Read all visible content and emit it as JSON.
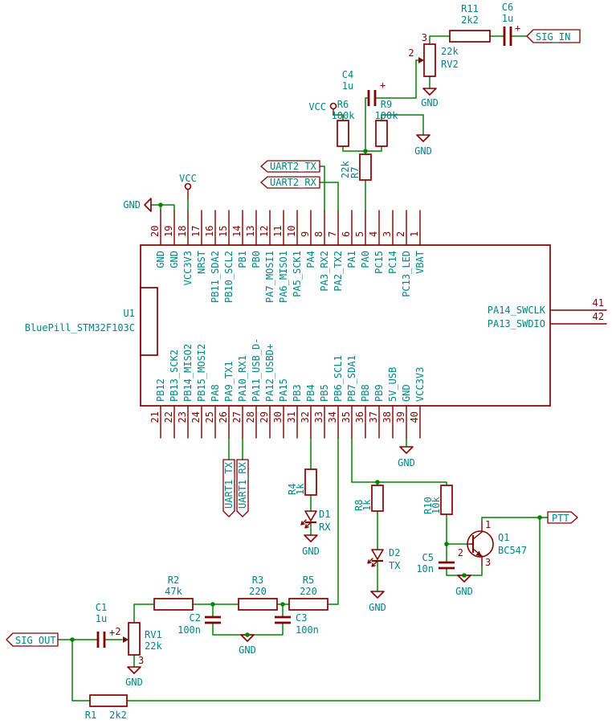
{
  "colors": {
    "wire": "#008400",
    "symbol": "#840000",
    "text": "#008484"
  },
  "ic": {
    "ref": "U1",
    "value": "BluePill_STM32F103C",
    "top_pins": [
      {
        "num": "20",
        "name": "GND"
      },
      {
        "num": "19",
        "name": "GND"
      },
      {
        "num": "18",
        "name": "VCC3V3"
      },
      {
        "num": "17",
        "name": "NRST"
      },
      {
        "num": "16",
        "name": "PB11_SDA2"
      },
      {
        "num": "15",
        "name": "PB10_SCL2"
      },
      {
        "num": "14",
        "name": "PB1"
      },
      {
        "num": "13",
        "name": "PB0"
      },
      {
        "num": "12",
        "name": "PA7_MOSI1"
      },
      {
        "num": "11",
        "name": "PA6_MISO1"
      },
      {
        "num": "10",
        "name": "PA5_SCK1"
      },
      {
        "num": "9",
        "name": "PA4"
      },
      {
        "num": "8",
        "name": "PA3_RX2"
      },
      {
        "num": "7",
        "name": "PA2_TX2"
      },
      {
        "num": "6",
        "name": "PA1"
      },
      {
        "num": "5",
        "name": "PA0"
      },
      {
        "num": "4",
        "name": "PC15"
      },
      {
        "num": "3",
        "name": "PC14"
      },
      {
        "num": "2",
        "name": "PC13_LED"
      },
      {
        "num": "1",
        "name": "VBAT"
      }
    ],
    "bottom_pins": [
      {
        "num": "21",
        "name": "PB12"
      },
      {
        "num": "22",
        "name": "PB13_SCK2"
      },
      {
        "num": "23",
        "name": "PB14_MISO2"
      },
      {
        "num": "24",
        "name": "PB15_MOSI2"
      },
      {
        "num": "25",
        "name": "PA8"
      },
      {
        "num": "26",
        "name": "PA9_TX1"
      },
      {
        "num": "27",
        "name": "PA10_RX1"
      },
      {
        "num": "28",
        "name": "PA11_USB_D-"
      },
      {
        "num": "29",
        "name": "PA12_USBD+"
      },
      {
        "num": "30",
        "name": "PA15"
      },
      {
        "num": "31",
        "name": "PB3"
      },
      {
        "num": "32",
        "name": "PB4"
      },
      {
        "num": "33",
        "name": "PB5"
      },
      {
        "num": "34",
        "name": "PB6_SCL1"
      },
      {
        "num": "35",
        "name": "PB7_SDA1"
      },
      {
        "num": "36",
        "name": "PB8"
      },
      {
        "num": "37",
        "name": "PB9"
      },
      {
        "num": "38",
        "name": "5V_USB"
      },
      {
        "num": "39",
        "name": "GND"
      },
      {
        "num": "40",
        "name": "VCC3V3"
      }
    ],
    "right_pins": [
      {
        "num": "41",
        "name": "PA14_SWCLK"
      },
      {
        "num": "42",
        "name": "PA13_SWDIO"
      }
    ]
  },
  "power": {
    "vcc": "VCC",
    "gnd": "GND"
  },
  "net_labels": {
    "sig_in": "SIG_IN",
    "sig_out": "SIG_OUT",
    "ptt": "PTT",
    "uart2_tx": "UART2_TX",
    "uart2_rx": "UART2_RX",
    "uart1_tx": "UART1_TX",
    "uart1_rx": "UART1_RX"
  },
  "components": {
    "r1": {
      "ref": "R1",
      "value": "2k2"
    },
    "r2": {
      "ref": "R2",
      "value": "47k"
    },
    "r3": {
      "ref": "R3",
      "value": "220"
    },
    "r4": {
      "ref": "R4",
      "value": "1k"
    },
    "r5": {
      "ref": "R5",
      "value": "220"
    },
    "r6": {
      "ref": "R6",
      "value": "100k"
    },
    "r7": {
      "ref": "R7",
      "value": "22k"
    },
    "r8": {
      "ref": "R8",
      "value": "1k"
    },
    "r9": {
      "ref": "R9",
      "value": "100k"
    },
    "r10": {
      "ref": "R10",
      "value": "10k"
    },
    "r11": {
      "ref": "R11",
      "value": "2k2"
    },
    "c1": {
      "ref": "C1",
      "value": "1u",
      "plus": "+"
    },
    "c2": {
      "ref": "C2",
      "value": "100n"
    },
    "c3": {
      "ref": "C3",
      "value": "100n"
    },
    "c4": {
      "ref": "C4",
      "value": "1u",
      "plus": "+"
    },
    "c5": {
      "ref": "C5",
      "value": "10n"
    },
    "c6": {
      "ref": "C6",
      "value": "1u",
      "plus": "+"
    },
    "d1": {
      "ref": "D1",
      "value": "RX"
    },
    "d2": {
      "ref": "D2",
      "value": "TX"
    },
    "q1": {
      "ref": "Q1",
      "value": "BC547",
      "pin1": "1",
      "pin2": "2",
      "pin3": "3"
    },
    "rv1": {
      "ref": "RV1",
      "value": "22k",
      "pin2": "2",
      "pin3": "3"
    },
    "rv2": {
      "ref": "RV2",
      "value": "22k",
      "pin2": "2",
      "pin3": "3"
    }
  }
}
